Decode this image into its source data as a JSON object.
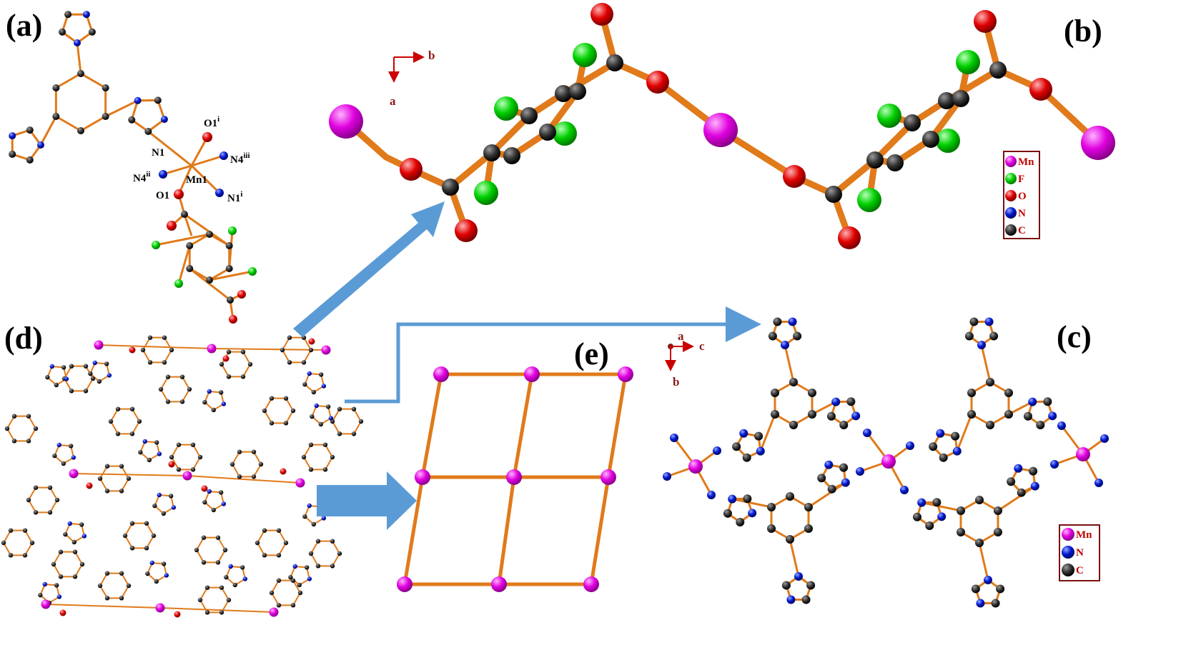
{
  "panels": {
    "a": "(a)",
    "b": "(b)",
    "c": "(c)",
    "d": "(d)",
    "e": "(e)"
  },
  "atom_labels": {
    "n1": "N1",
    "o1i": "O1",
    "o1i_sup": "i",
    "n4iii": "N4",
    "n4iii_sup": "iii",
    "n4ii": "N4",
    "n4ii_sup": "ii",
    "mn1": "Mn1",
    "o1": "O1",
    "n1i": "N1",
    "n1i_sup": "i"
  },
  "axes_b": {
    "horizontal": "b",
    "vertical": "a"
  },
  "axes_c": {
    "out_of_plane": "a",
    "horizontal": "c",
    "vertical": "b"
  },
  "legend_b": [
    "Mn",
    "F",
    "O",
    "N",
    "C"
  ],
  "legend_c": [
    "Mn",
    "N",
    "C"
  ],
  "colors": {
    "mn": "#e000e0",
    "f": "#00d000",
    "o": "#e00000",
    "n": "#0018d0",
    "c": "#333333",
    "bond": "#e07a1a",
    "arrow": "#5b9bd5",
    "legend_border": "#7a1010",
    "axis": "#cc0000"
  }
}
